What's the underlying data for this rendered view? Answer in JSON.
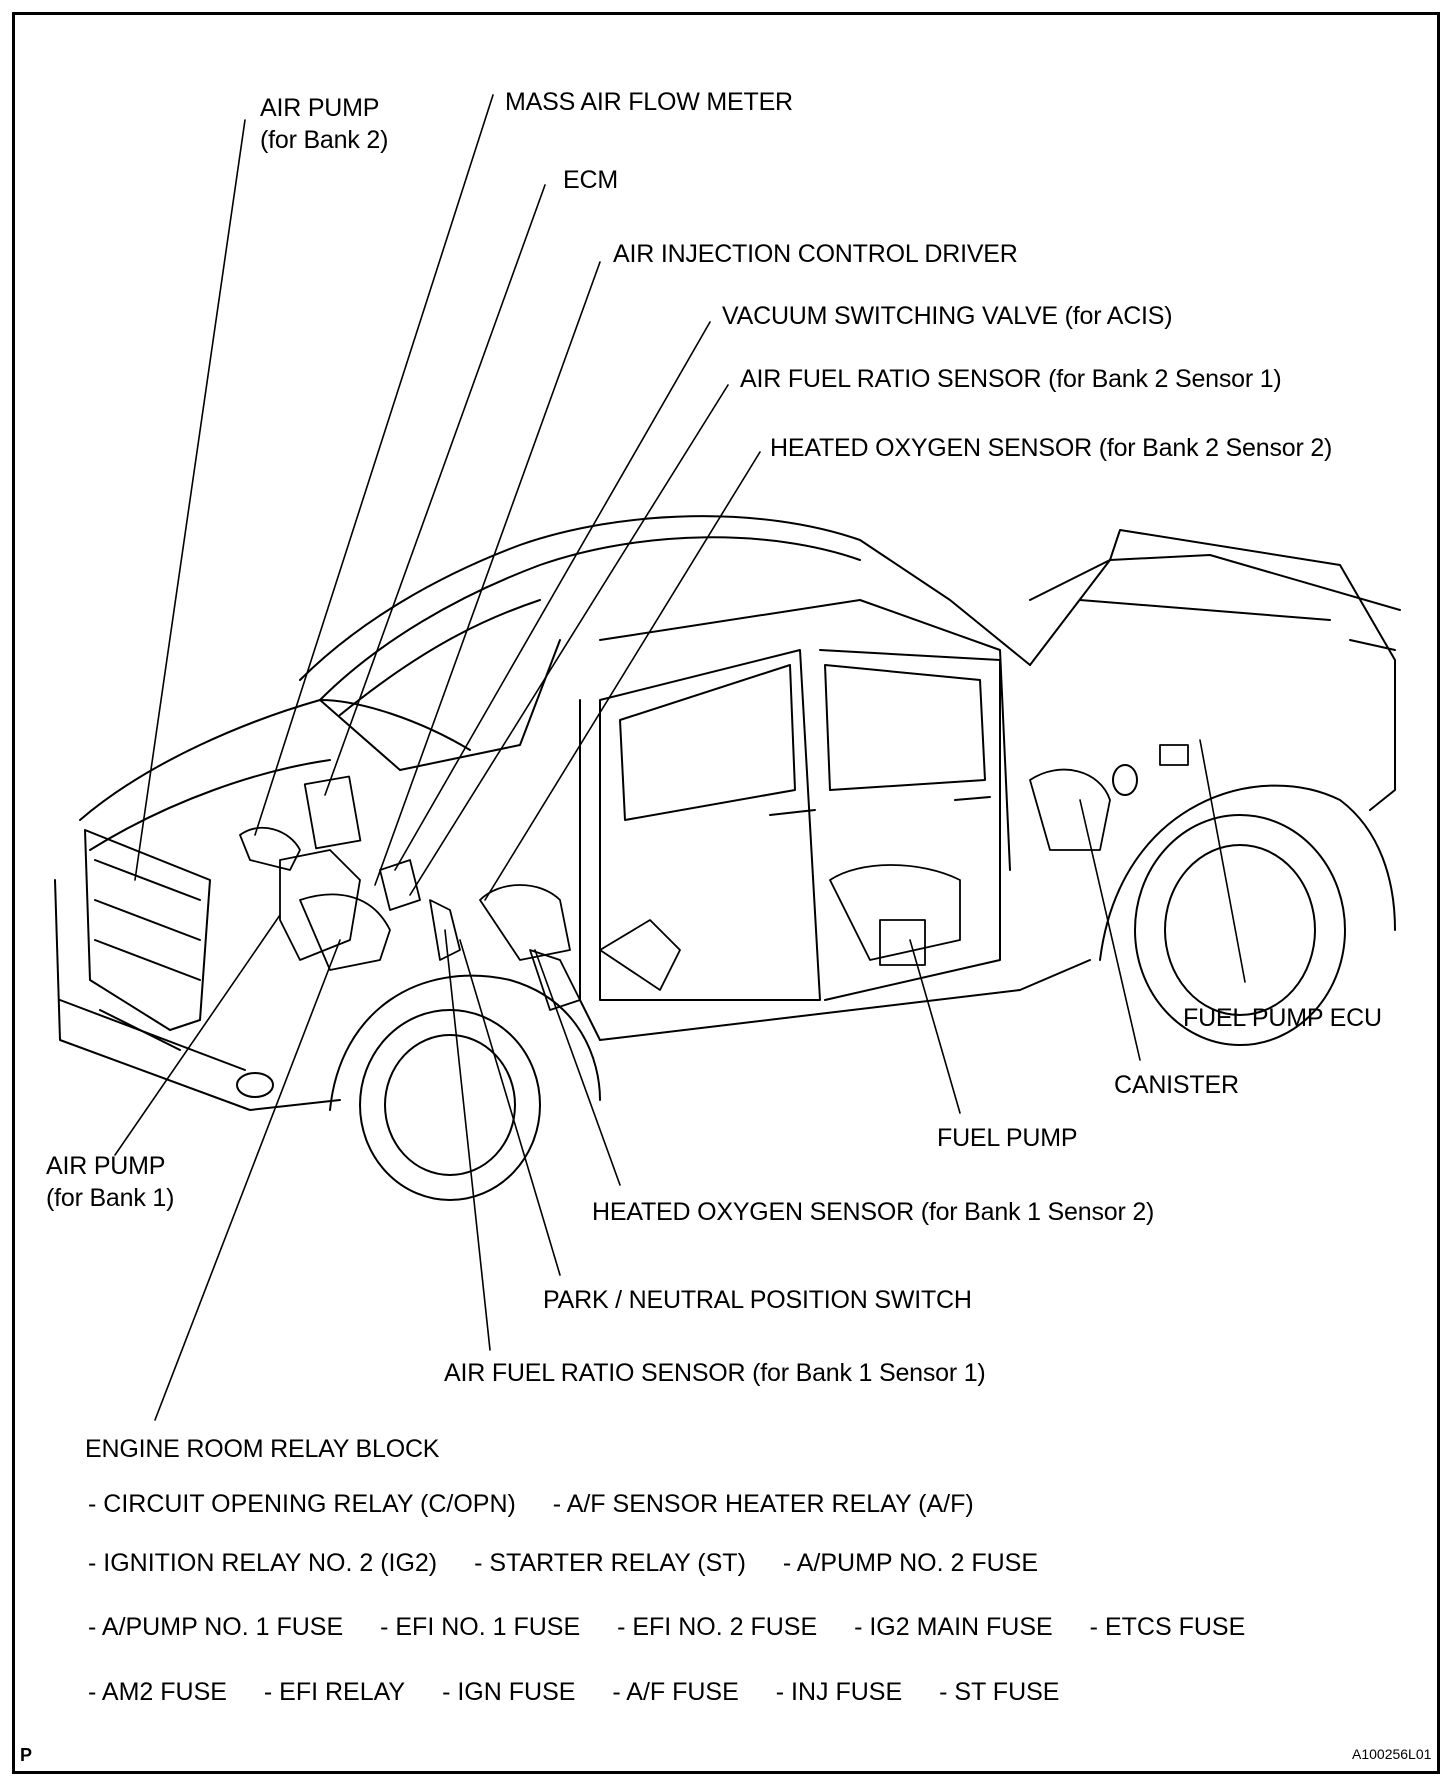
{
  "labels": {
    "air_pump_bank2": [
      "AIR PUMP",
      "(for Bank 2)"
    ],
    "mass_air_flow_meter": "MASS AIR FLOW METER",
    "ecm": "ECM",
    "air_injection_control_driver": "AIR INJECTION CONTROL DRIVER",
    "vacuum_switching_valve": "VACUUM SWITCHING VALVE (for ACIS)",
    "af_sensor_b2s1": "AIR FUEL RATIO SENSOR (for Bank 2 Sensor 1)",
    "ho2_b2s2": "HEATED OXYGEN SENSOR (for Bank 2 Sensor 2)",
    "fuel_pump_ecu": "FUEL PUMP ECU",
    "canister": "CANISTER",
    "fuel_pump": "FUEL PUMP",
    "air_pump_bank1": [
      "AIR PUMP",
      "(for Bank 1)"
    ],
    "ho2_b1s2": "HEATED OXYGEN SENSOR (for Bank 1 Sensor 2)",
    "park_neutral_switch": "PARK / NEUTRAL POSITION SWITCH",
    "af_sensor_b1s1": "AIR FUEL RATIO SENSOR (for Bank 1 Sensor 1)",
    "engine_room_relay_block": "ENGINE ROOM RELAY BLOCK"
  },
  "relay_block_items": [
    [
      "- CIRCUIT OPENING RELAY (C/OPN)",
      "- A/F SENSOR HEATER RELAY (A/F)"
    ],
    [
      "- IGNITION RELAY NO. 2 (IG2)",
      "- STARTER RELAY (ST)",
      "- A/PUMP NO. 2 FUSE"
    ],
    [
      "- A/PUMP NO. 1 FUSE",
      "- EFI NO. 1 FUSE",
      "- EFI NO. 2 FUSE",
      "- IG2 MAIN FUSE",
      "- ETCS FUSE"
    ],
    [
      "- AM2 FUSE",
      "- EFI RELAY",
      "- IGN FUSE",
      "- A/F FUSE",
      "- INJ FUSE",
      "- ST FUSE"
    ]
  ],
  "footer": {
    "corner_mark": "P",
    "figure_id": "A100256L01"
  }
}
